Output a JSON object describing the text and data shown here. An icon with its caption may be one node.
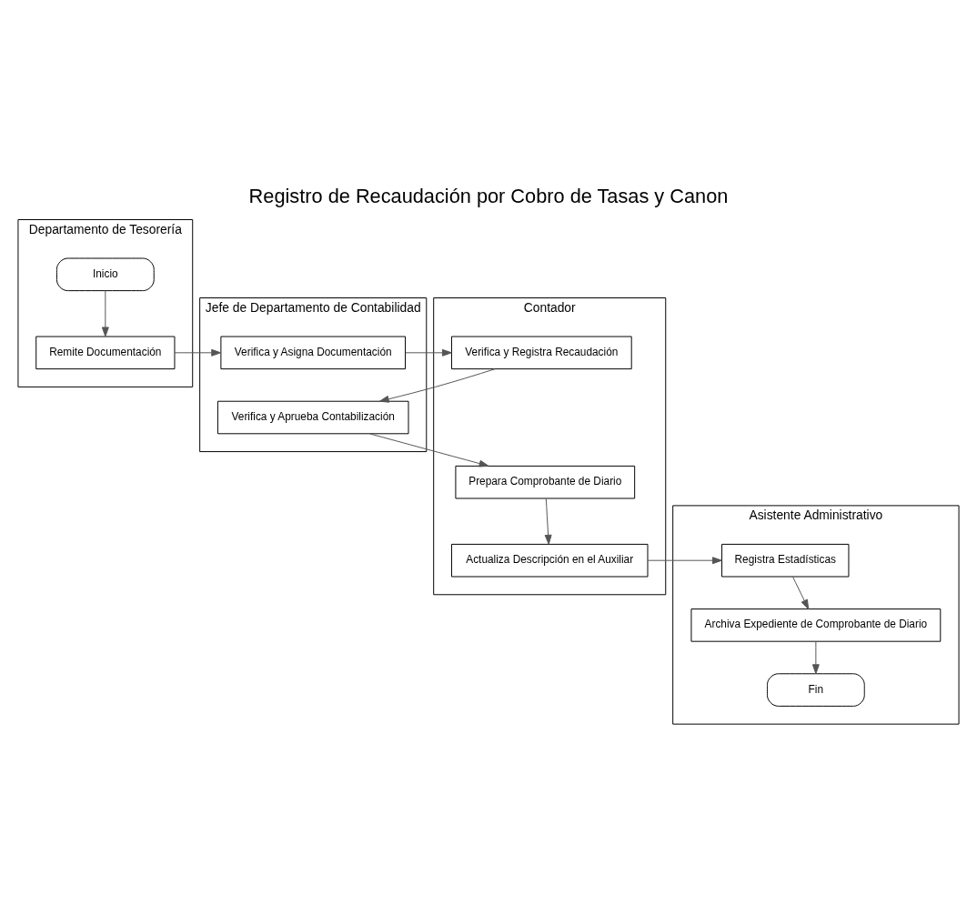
{
  "diagram": {
    "title": "Registro de Recaudación por Cobro de Tasas y Canon",
    "nodes": [
      {
        "text": [
          "Departamento de Tesorería"
        ]
      },
      {
        "text": [
          "Jefe de Departamento de Contabilidad"
        ]
      },
      {
        "text": [
          "Contador"
        ]
      },
      {
        "text": [
          "Asistente Administrativo"
        ]
      },
      {
        "text": [
          "Inicio"
        ],
        "in": 0
      },
      {
        "text": [
          "Remite Documentación"
        ],
        "in": 0
      },
      {
        "text": [
          "Verifica y Asigna Documentación"
        ],
        "in": 1
      },
      {
        "text": [
          "Verifica y Aprueba Contabilización"
        ],
        "in": 1
      },
      {
        "text": [
          "Verifica y Registra Recaudación"
        ],
        "in": 2
      },
      {
        "text": [
          "Prepara Comprobante de Diario"
        ],
        "in": 2
      },
      {
        "text": [
          "Actualiza Descripción en el Auxiliar"
        ],
        "in": 2
      },
      {
        "text": [
          "Registra Estadísticas"
        ],
        "in": 3
      },
      {
        "text": [
          "Archiva Expediente de Comprobante de Diario"
        ],
        "in": 3
      },
      {
        "text": [
          "Fin"
        ],
        "in": 3
      }
    ],
    "edges": [
      {
        "from": 4,
        "to": 5,
        "arrow": "to"
      },
      {
        "from": 5,
        "to": 6,
        "arrow": "to"
      },
      {
        "from": 6,
        "to": 8,
        "arrow": "to"
      },
      {
        "from": 8,
        "to": 7,
        "arrow": "to"
      },
      {
        "from": 7,
        "to": 9,
        "arrow": "to"
      },
      {
        "from": 9,
        "to": 10,
        "arrow": "to"
      },
      {
        "from": 10,
        "to": 11,
        "arrow": "to"
      },
      {
        "from": 11,
        "to": 12,
        "arrow": "to"
      },
      {
        "from": 12,
        "to": 13,
        "arrow": "to"
      }
    ]
  }
}
